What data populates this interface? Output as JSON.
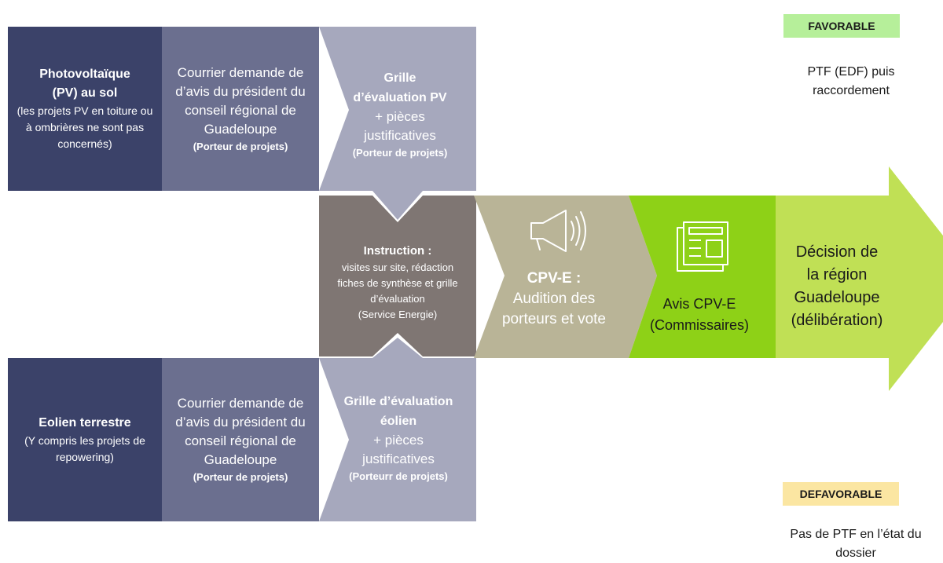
{
  "pv": {
    "title": "Photovoltaïque (PV) au sol",
    "note": "(les projets PV en toiture ou à ombrières ne sont pas concernés)",
    "courrier": "Courrier demande de d’avis du président du conseil régional de Guadeloupe",
    "courrier_porteur": "(Porteur de projets)",
    "grille_title": "Grille d’évaluation PV",
    "grille_pieces": "+ pièces justificatives",
    "grille_porteur": "(Porteur de projets)"
  },
  "eolien": {
    "title": "Eolien terrestre",
    "note": "(Y compris les projets de repowering)",
    "courrier": "Courrier demande de d’avis du président du conseil régional de Guadeloupe",
    "courrier_porteur": "(Porteur de projets)",
    "grille_title": "Grille d’évaluation éolien",
    "grille_pieces": "+ pièces justificatives",
    "grille_porteur": "(Porteurr de projets)"
  },
  "instruction": {
    "title": "Instruction :",
    "body": "visites sur site, rédaction fiches de synthèse et grille d’évaluation",
    "service": "(Service Energie)"
  },
  "cpve": {
    "title": "CPV-E :",
    "body": "Audition des porteurs et vote",
    "icon": "megaphone-icon"
  },
  "avis": {
    "text": "Avis CPV-E (Commissaires)",
    "icon": "newspaper-icon"
  },
  "decision": {
    "text": "Décision de la région Guadeloupe (délibération)"
  },
  "favorable": {
    "label": "FAVORABLE",
    "text": "PTF (EDF) puis raccordement",
    "color": "#b6ef9a"
  },
  "defavorable": {
    "label": "DEFAVORABLE",
    "text": "Pas de PTF en l’état du dossier",
    "color": "#fbe6a2"
  },
  "colors": {
    "dark": "#3b4269",
    "mid": "#6b6f8f",
    "light": "#a6a8bd",
    "instruction": "#7f7673",
    "cpve": "#b9b497",
    "avis": "#8ed117",
    "decision": "#c0e055"
  }
}
